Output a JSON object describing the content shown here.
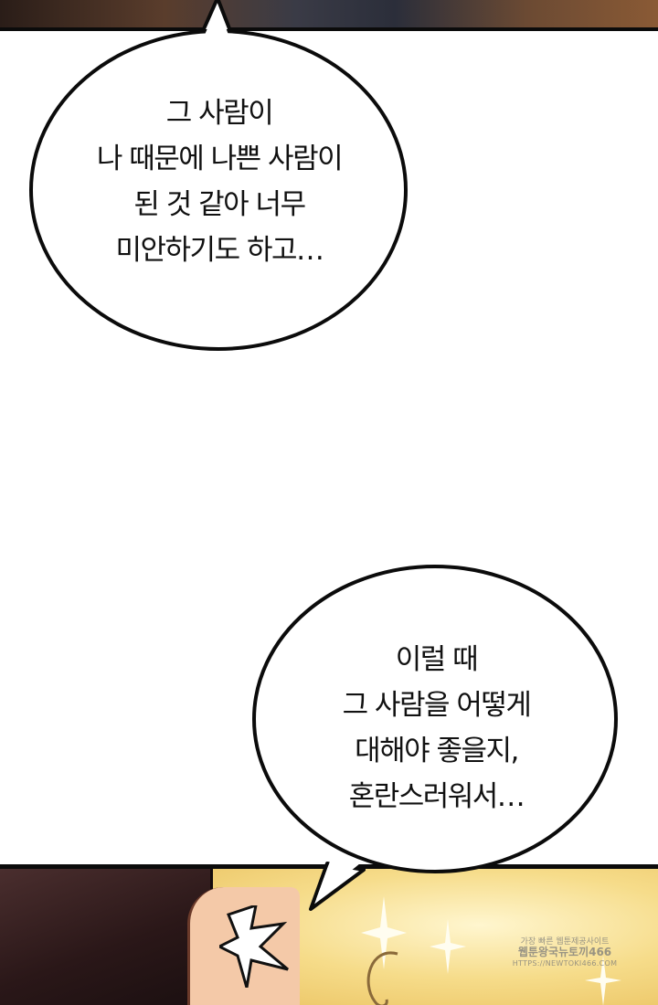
{
  "speech_bubbles": [
    {
      "lines": [
        "그 사람이",
        "나 때문에 나쁜 사람이",
        "된 것 같아 너무",
        "미안하기도 하고…"
      ]
    },
    {
      "lines": [
        "이럴 때",
        "그 사람을 어떻게",
        "대해야 좋을지,",
        "혼란스러워서…"
      ]
    }
  ],
  "watermark": {
    "line1": "가장 빠른 웹툰제공사이트",
    "line2": "웹툰왕국뉴토끼466",
    "line3": "HTTPS://NEWTOKI466.COM"
  },
  "colors": {
    "bubble_fill": "#ffffff",
    "bubble_stroke": "#0b0b0b",
    "text": "#111111",
    "glow": "#f1d37a"
  }
}
